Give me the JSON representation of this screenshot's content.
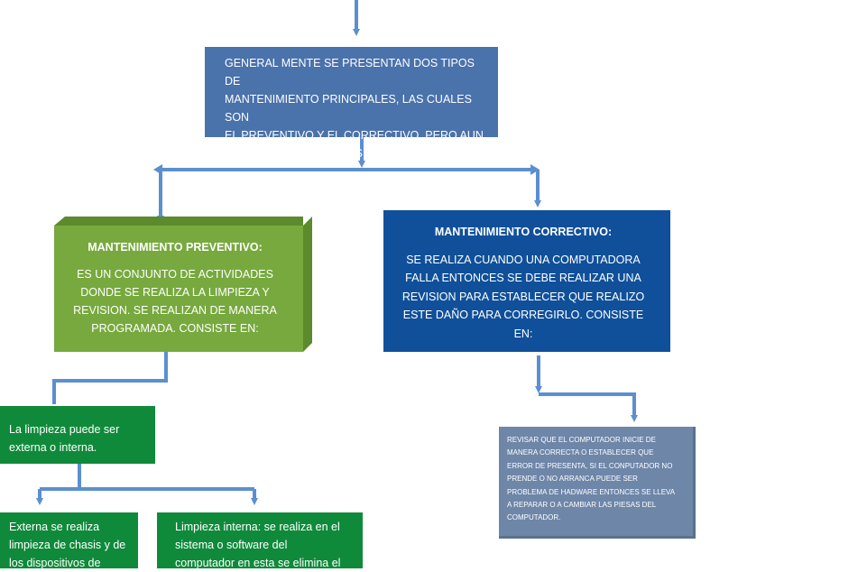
{
  "colors": {
    "connector": "#5b8fd0",
    "top_box": "#4a72ab",
    "preventive_box": "#77a93e",
    "corrective_box": "#10509a",
    "green_box": "#0f8a3a",
    "review_box": "#6e86a8"
  },
  "nodes": {
    "top": {
      "text": "GENERAL MENTE SE PRESENTAN DOS TIPOS DE\nMANTENIMIENTO PRINCIPALES, LAS CUALES SON\nEL PREVENTIVO Y EL CORRECTIVO, PERO AUN\nEXISTEN OTRAS CLASES MAS."
    },
    "preventive": {
      "title": "MANTENIMIENTO PREVENTIVO:",
      "text": "ES UN CONJUNTO DE ACTIVIDADES\nDONDE SE REALIZA LA LIMPIEZA Y\nREVISION. SE REALIZAN DE MANERA\nPROGRAMADA. CONSISTE EN:"
    },
    "corrective": {
      "title": "MANTENIMIENTO CORRECTIVO:",
      "text": "SE REALIZA CUANDO UNA COMPUTADORA\nFALLA ENTONCES SE DEBE REALIZAR UNA\nREVISION PARA ESTABLECER QUE REALIZO\nESTE DAÑO PARA CORREGIRLO. CONSISTE\nEN:"
    },
    "cleaning": {
      "text": "La limpieza puede ser\nexterna o interna."
    },
    "external": {
      "text": "Externa se realiza\nlimpieza de chasis y de\nlos dispositivos de"
    },
    "internal": {
      "text": "Limpieza  interna: se realiza en el\nsistema o software del\ncomputador en esta se elimina el"
    },
    "review": {
      "text": "REVISAR QUE EL COMPUTADOR INICIE DE\nMANERA CORRECTA O ESTABLECER QUE\nERROR DE PRESENTA, SI EL CONPUTADOR NO\nPRENDE O NO ARRANCA PUEDE SER\nPROBLEMA DE HADWARE ENTONCES SE LLEVA\nA REPARAR O A CAMBIAR LAS PIESAS DEL\nCOMPUTADOR."
    }
  }
}
